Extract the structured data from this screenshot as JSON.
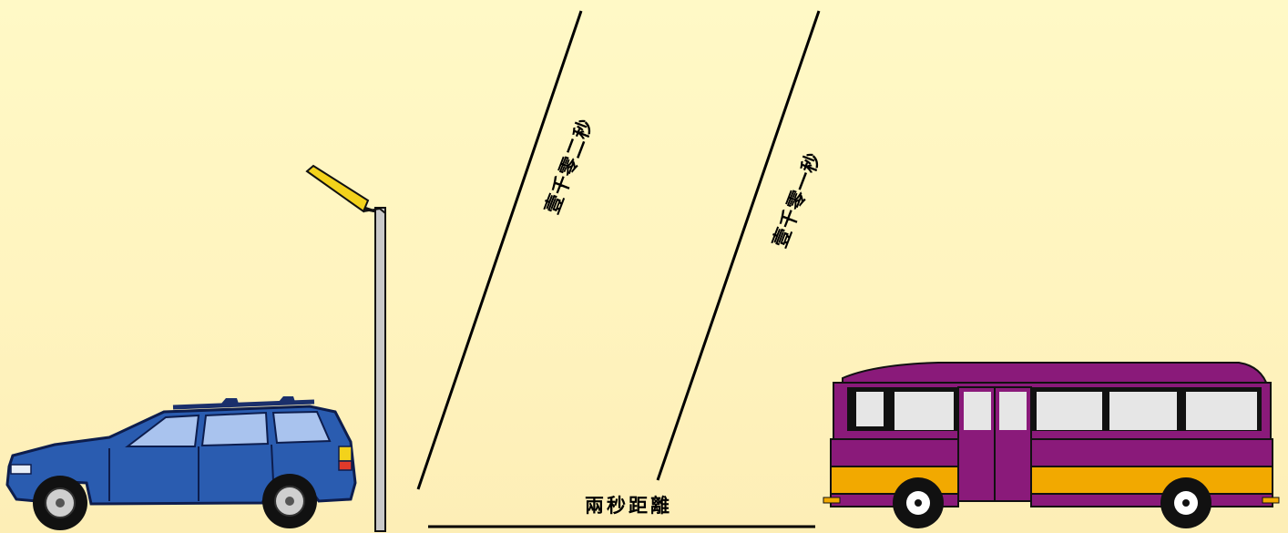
{
  "labels": {
    "two_second_line": "壹千零二秒",
    "one_second_line": "壹千零一秒",
    "distance": "兩秒距離"
  },
  "colors": {
    "background": "#fff6c3",
    "car_body": "#2a5cb0",
    "car_window": "#a9c3ee",
    "lamp_head": "#f3d21b",
    "pole": "#c9c9c9",
    "bus_body": "#8a1a7a",
    "bus_stripe": "#f2a900",
    "line": "#000000"
  },
  "icons": [
    "suv-car-icon",
    "street-lamp-icon",
    "bus-icon"
  ]
}
